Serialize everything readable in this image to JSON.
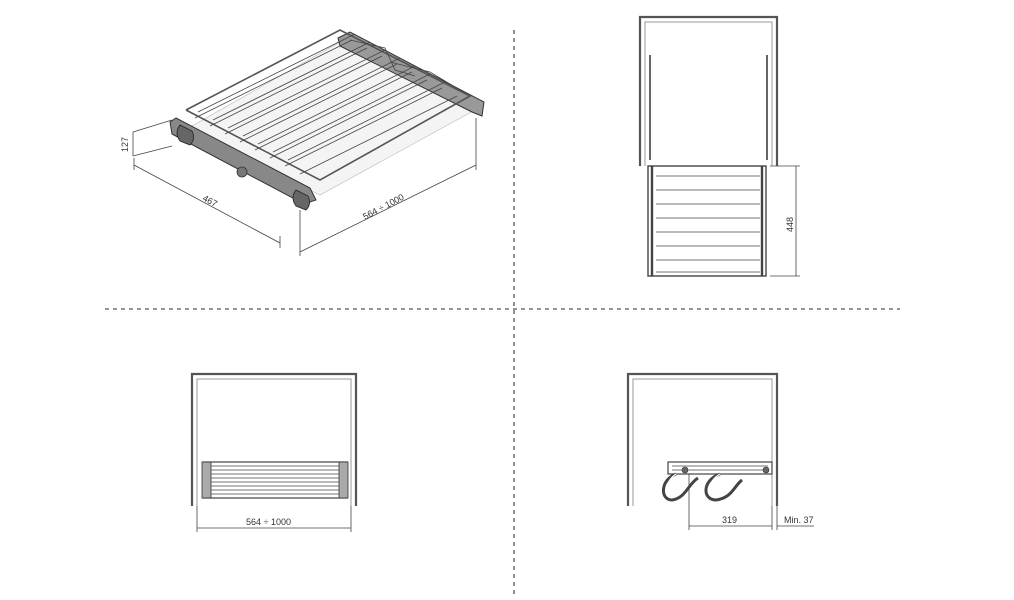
{
  "views": {
    "isometric": {
      "height_label": "127",
      "depth_label": "467",
      "width_label": "564 ÷ 1000"
    },
    "top": {
      "depth_label": "448"
    },
    "front": {
      "width_label": "564 ÷ 1000"
    },
    "side": {
      "offset_label": "319",
      "min_label": "Min. 37"
    }
  }
}
